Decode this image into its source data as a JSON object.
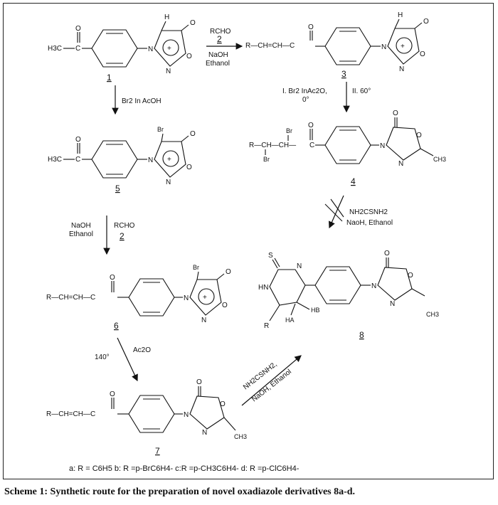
{
  "caption": "Scheme 1: Synthetic route for the preparation of novel oxadiazole derivatives 8a-d.",
  "substituents": "a: R = C6H5 b: R =p-BrC6H4- c:R =p-CH3C6H4- d: R =p-ClC6H4-",
  "labels": {
    "c1": "1",
    "c2": "2",
    "c3": "3",
    "c4": "4",
    "c5": "5",
    "c6": "6",
    "c7": "7",
    "c8": "8"
  },
  "reagents": {
    "step1_top": "RCHO",
    "step1_mid": "2",
    "step1_b1": "NaOH",
    "step1_b2": "Ethanol",
    "step2": "Br2 In AcOH",
    "step3_a": "I. Br2 InAc2O,",
    "step3_b": "0°",
    "step3_c": "II. 60°",
    "step4_a": "NH2CSNH2",
    "step4_b": "NaoH, Ethanol",
    "step5_a": "NaOH",
    "step5_b": "Ethanol",
    "step5_c": "RCHO",
    "step5_d": "2",
    "step6_a": "140°",
    "step6_b": "Ac2O",
    "step7_a": "NH2CSNH2,",
    "step7_b": "NaOH, Ethanol"
  },
  "atoms": {
    "H": "H",
    "O": "O",
    "N": "N",
    "Br": "Br",
    "S": "S",
    "HN": "HN",
    "H3C": "H3C",
    "CH3": "CH3",
    "R": "R",
    "HA": "HA",
    "HB": "HB",
    "vinyl": "R—CH=CH—C",
    "dibromo": "R—CH—CH—"
  }
}
